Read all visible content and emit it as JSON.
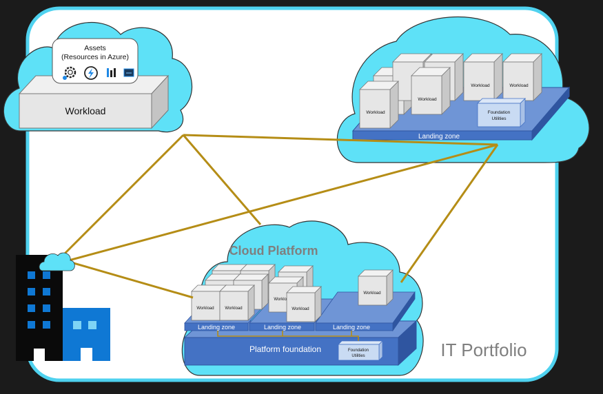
{
  "diagram": {
    "title": "IT Portfolio",
    "cloud_platform_label": "Cloud Platform",
    "assets_title_line1": "Assets",
    "assets_title_line2": "(Resources in Azure)",
    "workload_label": "Workload",
    "landing_zone_label": "Landing zone",
    "platform_foundation_label": "Platform foundation",
    "foundation_utilities_line1": "Foundation",
    "foundation_utilities_line2": "Utilities"
  },
  "colors": {
    "cloud_fill": "#5ee1f7",
    "portfolio_border": "#4fd2ef",
    "connector": "#b58d16",
    "platform_blue": "#4472c4",
    "box_face": "#e6e6e6",
    "building_black": "#0a0a0a",
    "building_blue": "#0f78d4"
  },
  "icons": [
    "gear-icon",
    "function-icon",
    "analytics-icon",
    "terminal-icon"
  ]
}
